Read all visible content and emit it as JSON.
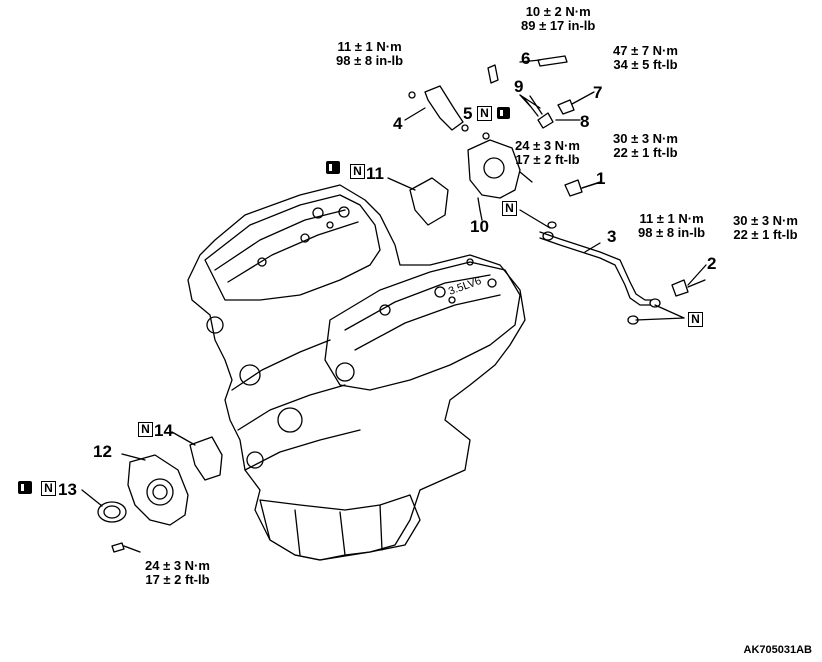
{
  "figure_code": "AK705031AB",
  "mark_new": "N",
  "callouts": {
    "c1": "1",
    "c2": "2",
    "c3": "3",
    "c4": "4",
    "c5": "5",
    "c6": "6",
    "c7": "7",
    "c8": "8",
    "c9": "9",
    "c10": "10",
    "c11": "11",
    "c12": "12",
    "c13": "13",
    "c14": "14"
  },
  "torques": {
    "t6": [
      "10 ± 2 N·m",
      "89 ± 17 in-lb"
    ],
    "t4": [
      "11 ± 1 N·m",
      "98 ± 8 in-lb"
    ],
    "t7": [
      "47 ± 7 N·m",
      "34 ± 5 ft-lb"
    ],
    "t1": [
      "30 ± 3 N·m",
      "22 ± 1 ft-lb"
    ],
    "t10": [
      "24 ± 3 N·m",
      "17 ± 2 ft-lb"
    ],
    "t3": [
      "11 ± 1 N·m",
      "98 ± 8 in-lb"
    ],
    "t2": [
      "30 ± 3 N·m",
      "22 ± 1 ft-lb"
    ],
    "t12": [
      "24 ± 3 N·m",
      "17 ± 2 ft-lb"
    ]
  }
}
